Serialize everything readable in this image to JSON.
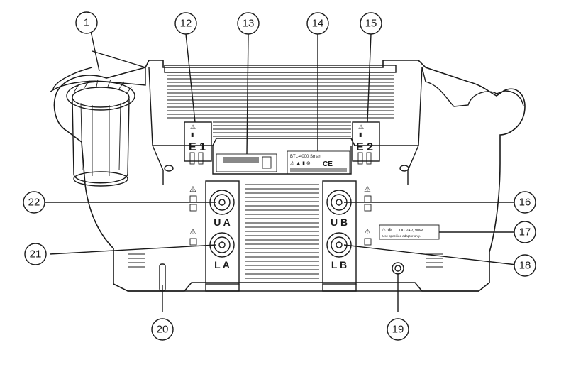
{
  "callouts": [
    {
      "id": "1",
      "label": "1"
    },
    {
      "id": "12",
      "label": "12"
    },
    {
      "id": "13",
      "label": "13"
    },
    {
      "id": "14",
      "label": "14"
    },
    {
      "id": "15",
      "label": "15"
    },
    {
      "id": "16",
      "label": "16"
    },
    {
      "id": "17",
      "label": "17"
    },
    {
      "id": "18",
      "label": "18"
    },
    {
      "id": "19",
      "label": "19"
    },
    {
      "id": "20",
      "label": "20"
    },
    {
      "id": "21",
      "label": "21"
    },
    {
      "id": "22",
      "label": "22"
    }
  ],
  "ports": {
    "ua": "U A",
    "ub": "U B",
    "la": "L A",
    "lb": "L B"
  },
  "electrodes": {
    "e1": "E 1",
    "e2": "E 2"
  },
  "labels": {
    "model": "BTL-4000 Smart",
    "power": "DC 24V, 90W",
    "adapter_note": "Use specified adaptor only."
  },
  "colors": {
    "line": "#1a1a1a",
    "background": "#ffffff"
  }
}
